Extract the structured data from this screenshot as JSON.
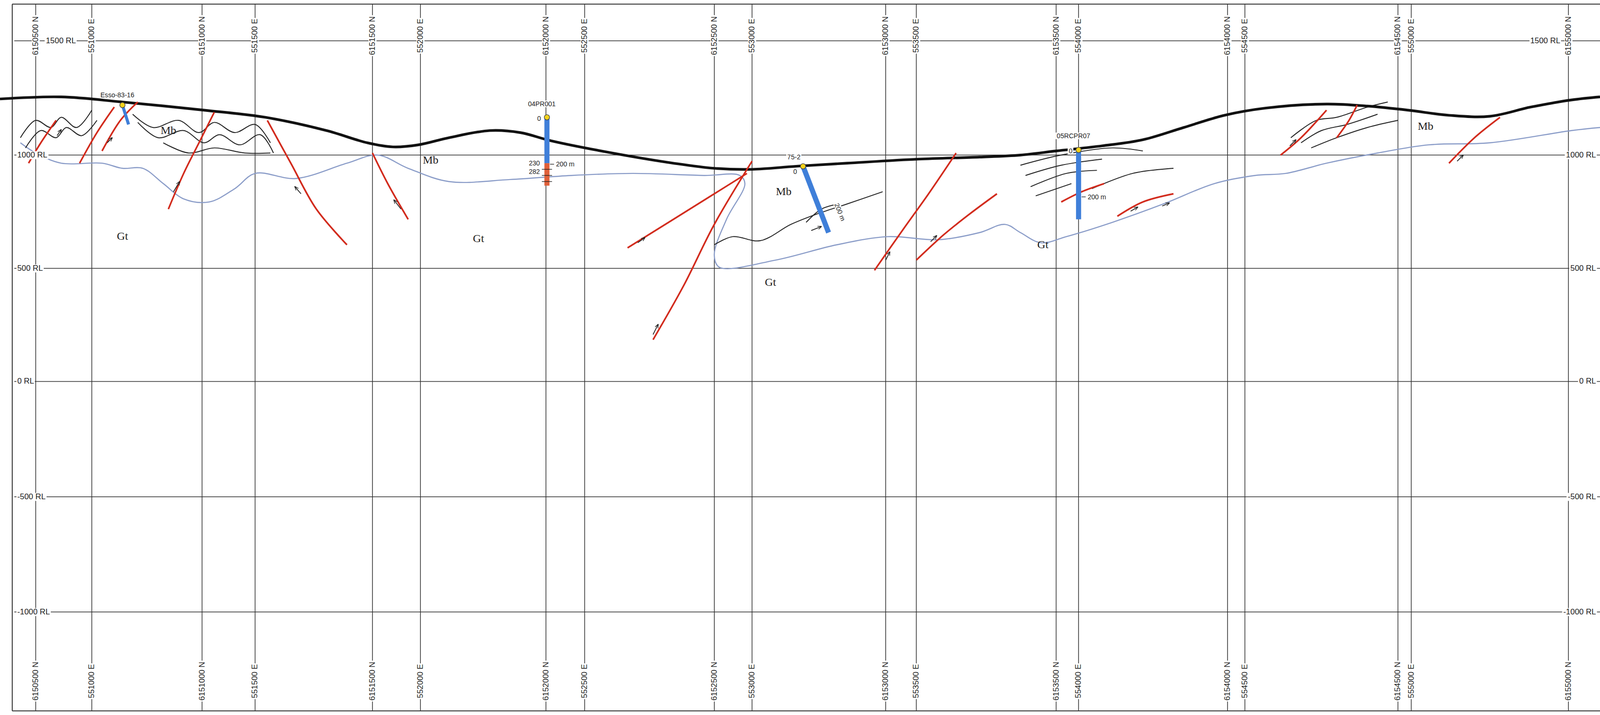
{
  "diagram": {
    "labels": [
      "6150500 N",
      "551000 E",
      "6151000 N",
      "551500 E",
      "6151500 N",
      "552000 E",
      "6152000 N",
      "552500 E",
      "6152500 N",
      "553000 E",
      "6153000 N",
      "553500 E",
      "6153500 N",
      "554000 E",
      "6154000 N",
      "554500 E",
      "6154500 N",
      "555000 E",
      "6155000 N",
      "6150500 N",
      "551000 E",
      "6151000 N",
      "551500 E",
      "6151500 N",
      "552000 E",
      "6152000 N",
      "552500 E",
      "6152500 N",
      "553000 E",
      "6153000 N",
      "553500 E",
      "6153500 N",
      "554000 E",
      "6154000 N",
      "554500 E",
      "6154500 N",
      "555000 E",
      "6155000 N",
      "1500 RL",
      "1000 RL",
      "500 RL",
      "0 RL",
      "-500 RL",
      "-1000 RL",
      "1500 RL",
      "1000 RL",
      "500 RL",
      "0 RL",
      "-500 RL",
      "-1000 RL",
      "Mb",
      "Mb",
      "Mb",
      "Mb",
      "Gt",
      "Gt",
      "Gt",
      "Gt",
      "Esso-83-16",
      "04PR001",
      "0",
      "230",
      "282",
      "200 m",
      "75-2",
      "0",
      "200 m",
      "05RCPR07",
      "0",
      "200 m"
    ]
  }
}
